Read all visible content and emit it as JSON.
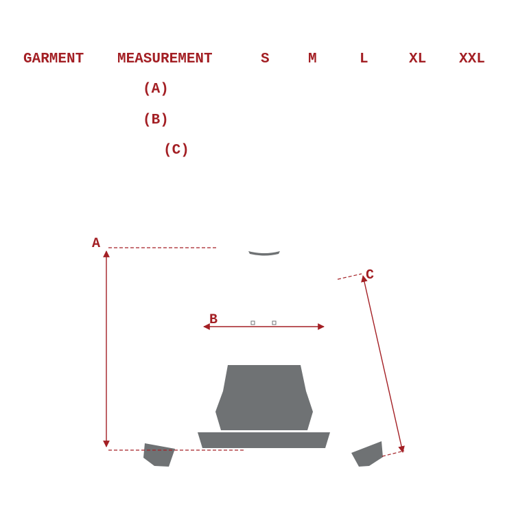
{
  "table": {
    "garment_header": "GARMENT",
    "measurement_header": "MEASUREMENT",
    "sizes": [
      "S",
      "M",
      "L",
      "XL",
      "XXL"
    ],
    "rows": [
      "(A)",
      "(B)",
      "(C)"
    ]
  },
  "diagram": {
    "label_a": "A",
    "label_b": "B",
    "label_c": "C"
  },
  "colors": {
    "accent": "#a31f24",
    "garment_gray": "#6f7274"
  }
}
